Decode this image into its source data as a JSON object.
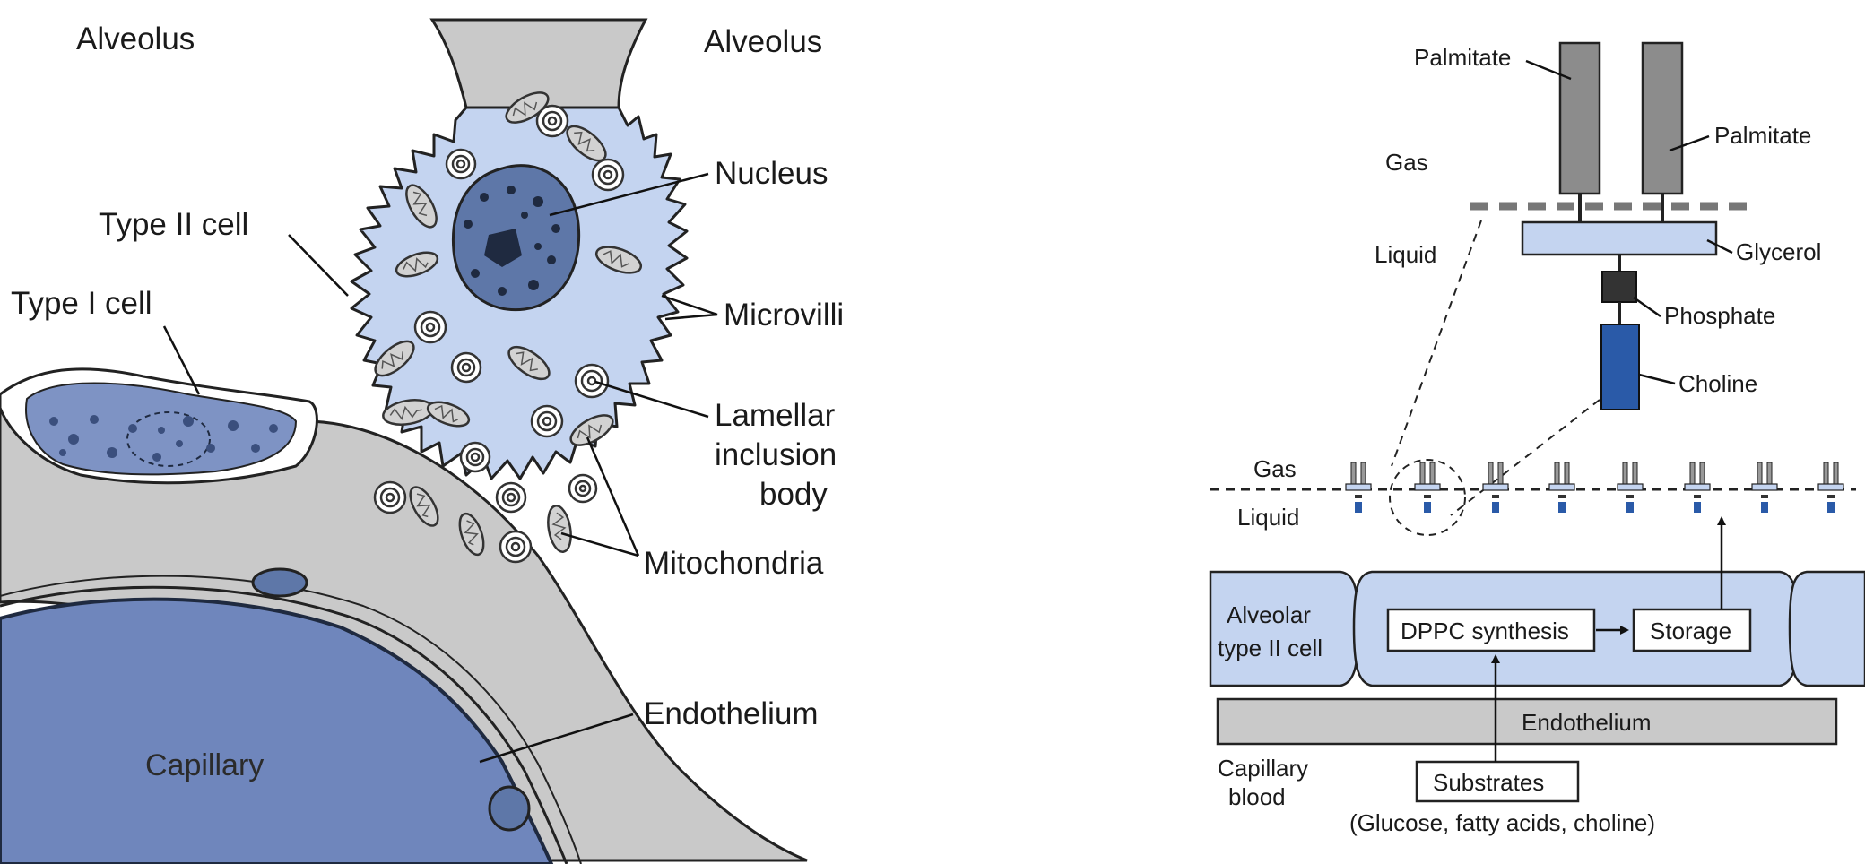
{
  "left_panel": {
    "alveolus_left": "Alveolus",
    "alveolus_right": "Alveolus",
    "type2_cell": "Type II cell",
    "type1_cell": "Type I cell",
    "nucleus": "Nucleus",
    "microvilli": "Microvilli",
    "lamellar_line1": "Lamellar",
    "lamellar_line2": "inclusion",
    "lamellar_line3": "body",
    "mitochondria": "Mitochondria",
    "endothelium": "Endothelium",
    "capillary": "Capillary"
  },
  "right_panel": {
    "palmitate_1": "Palmitate",
    "palmitate_2": "Palmitate",
    "gas_top": "Gas",
    "liquid_top": "Liquid",
    "glycerol": "Glycerol",
    "phosphate": "Phosphate",
    "choline": "Choline",
    "gas_mid": "Gas",
    "liquid_mid": "Liquid",
    "alveolar_line1": "Alveolar",
    "alveolar_line2": "type II cell",
    "dppc_synthesis": "DPPC synthesis",
    "storage": "Storage",
    "endothelium": "Endothelium",
    "capillary_line1": "Capillary",
    "capillary_line2": "blood",
    "substrates": "Substrates",
    "substrates_note": "(Glucose, fatty acids, choline)"
  },
  "colors": {
    "cell_light_blue": "#c4d4f0",
    "capillary_blue": "#6f86bc",
    "tissue_gray": "#c9c9c9",
    "nucleus_blue": "#5e77a8",
    "choline_blue": "#2a5aa8",
    "palmitate_gray": "#8c8c8c"
  }
}
